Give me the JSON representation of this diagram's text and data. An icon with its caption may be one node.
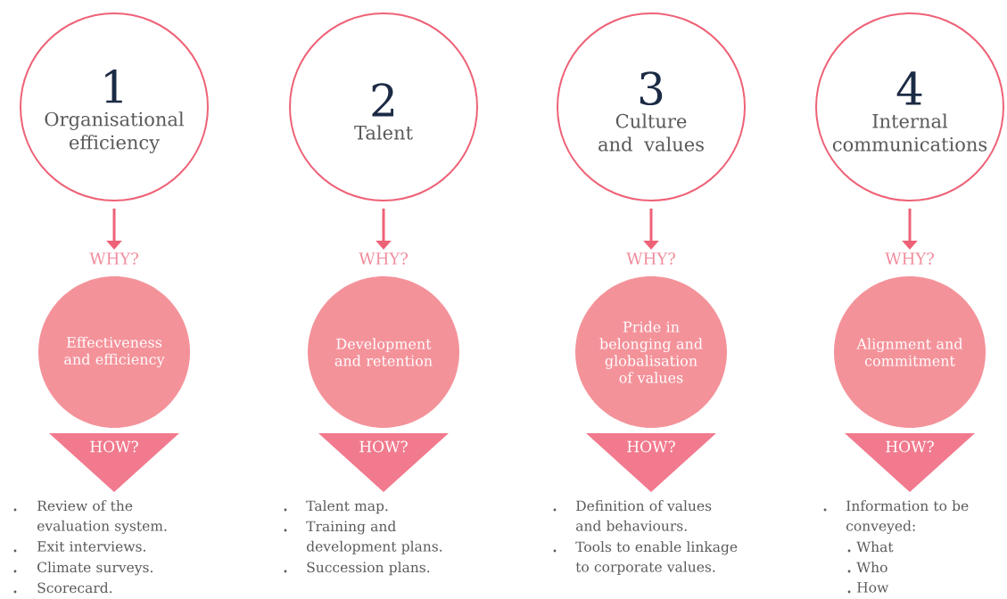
{
  "diagram": {
    "nodes": [
      {
        "text": [
          "1",
          "Organisational efficiency"
        ]
      },
      {
        "text": [
          "WHY?"
        ]
      },
      {
        "text": [
          "Effectiveness and efficiency"
        ]
      },
      {
        "text": [
          "HOW?"
        ]
      },
      {
        "text": [
          "2",
          "Talent"
        ]
      },
      {
        "text": [
          "WHY?"
        ]
      },
      {
        "text": [
          "Development and retention"
        ]
      },
      {
        "text": [
          "HOW?"
        ]
      },
      {
        "text": [
          "3",
          "Culture and values"
        ]
      },
      {
        "text": [
          "WHY?"
        ]
      },
      {
        "text": [
          "Pride in belonging and globalisation of values"
        ]
      },
      {
        "text": [
          "HOW?"
        ]
      },
      {
        "text": [
          "4",
          "Internal communications"
        ]
      },
      {
        "text": [
          "WHY?"
        ]
      },
      {
        "text": [
          "Alignment and commitment"
        ]
      },
      {
        "text": [
          "HOW?"
        ]
      }
    ],
    "edges": [
      {
        "from": 0,
        "to": 1,
        "arrow": "to"
      },
      {
        "from": 4,
        "to": 5,
        "arrow": "to"
      },
      {
        "from": 8,
        "to": 9,
        "arrow": "to"
      },
      {
        "from": 12,
        "to": 13,
        "arrow": "to"
      }
    ],
    "labels": [
      "Review of the evaluation system.",
      "Exit interviews.",
      "Climate surveys.",
      "Scorecard.",
      "Talent map.",
      "Training and development plans.",
      "Succession plans.",
      "Definition of values and behaviours.",
      "Tools to enable linkage to corporate values.",
      "Information to be conveyed:",
      "What",
      "Who",
      "How"
    ]
  }
}
